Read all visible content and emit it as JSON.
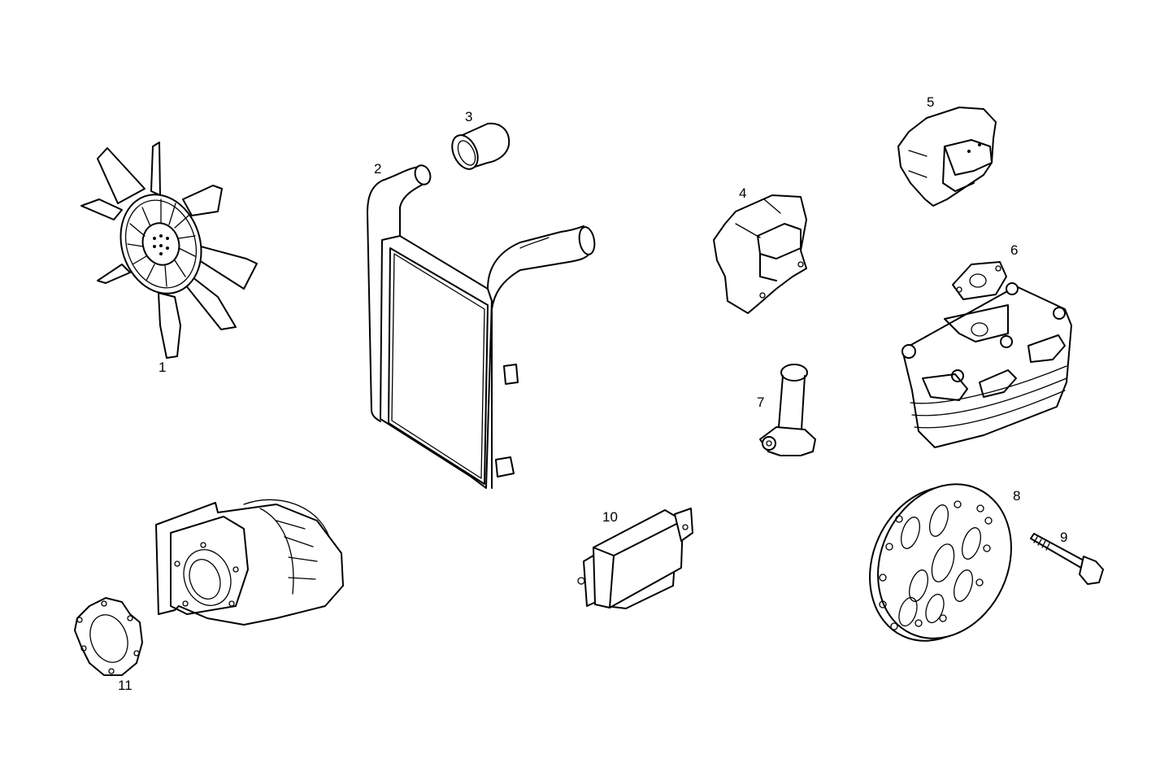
{
  "diagram": {
    "type": "exploded parts diagram",
    "background": "#ffffff",
    "line_color": "#000000",
    "parts": [
      {
        "number": "1",
        "label": "1",
        "depicts": "cooling fan with viscous clutch hub"
      },
      {
        "number": "2",
        "label": "2",
        "depicts": "intercooler (charge air cooler) with inlet/outlet pipes"
      },
      {
        "number": "3",
        "label": "3",
        "depicts": "hose sleeve / coupling"
      },
      {
        "number": "4",
        "label": "4",
        "depicts": "engine mounting bracket"
      },
      {
        "number": "5",
        "label": "5",
        "depicts": "engine mounting bracket"
      },
      {
        "number": "6",
        "label": "6",
        "depicts": "oil cooler with gasket"
      },
      {
        "number": "7",
        "label": "7",
        "depicts": "oil filler pipe / breather"
      },
      {
        "number": "8",
        "label": "8",
        "depicts": "pulley / vibration damper disc"
      },
      {
        "number": "9",
        "label": "9",
        "depicts": "hex bolt"
      },
      {
        "number": "10",
        "label": "10",
        "depicts": "electronic control unit / relay box"
      },
      {
        "number": "11",
        "label": "11",
        "depicts": "gasket"
      }
    ],
    "unlabeled_parts": [
      {
        "depicts": "flywheel housing / bell housing with flange"
      }
    ]
  }
}
